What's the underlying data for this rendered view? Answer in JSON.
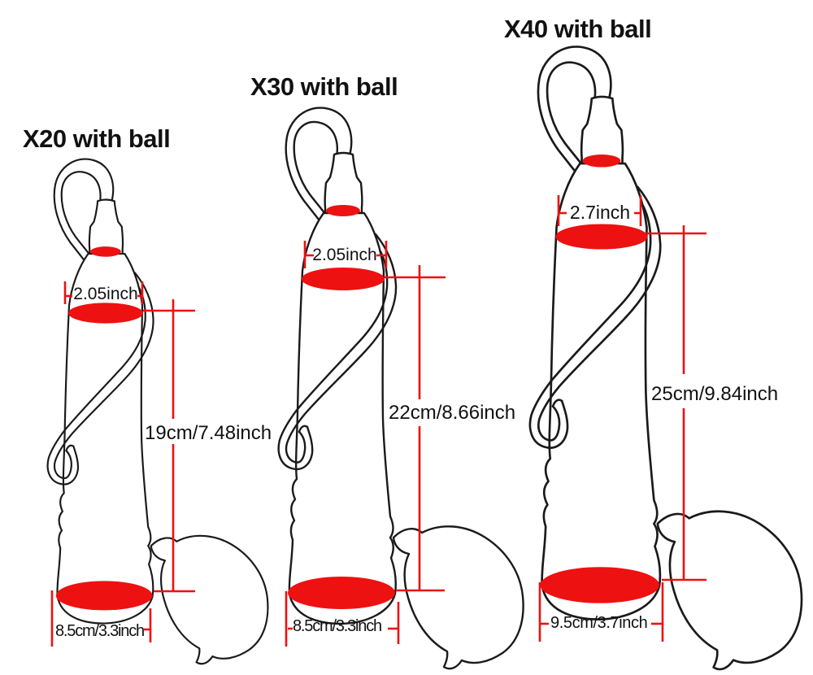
{
  "page": {
    "background": "#ffffff"
  },
  "colors": {
    "outline": "#1a1a1a",
    "red": "#ee1111",
    "label": "#111111"
  },
  "devices": [
    {
      "id": "x20",
      "title": "X20 with ball",
      "top_diameter": "2.05inch",
      "length": "19cm/7.48inch",
      "base_width": "8.5cm/3.3inch"
    },
    {
      "id": "x30",
      "title": "X30 with ball",
      "top_diameter": "2.05inch",
      "length": "22cm/8.66inch",
      "base_width": "8.5cm/3.3inch"
    },
    {
      "id": "x40",
      "title": "X40 with ball",
      "top_diameter": "2.7inch",
      "length": "25cm/9.84inch",
      "base_width": "9.5cm/3.7inch"
    }
  ]
}
